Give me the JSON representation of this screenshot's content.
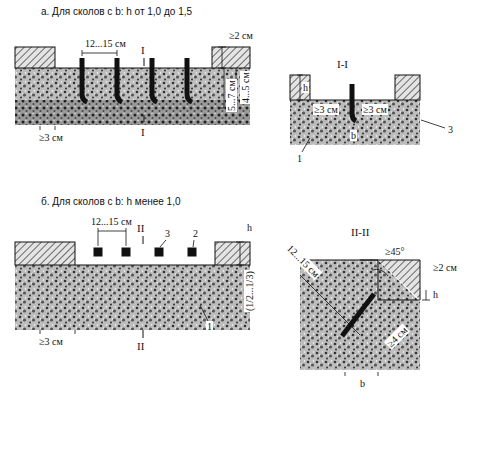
{
  "diagram": {
    "labels": [
      "а. Для сколов с b: h от 1,0 до 1,5",
      "12...15 см",
      "I",
      "≥2 см",
      "5...7 см",
      "4...5 см",
      "≥3 см",
      "I",
      "I-I",
      "h",
      "≥3 см",
      "≥3 см",
      "b",
      "3",
      "1",
      "б. Для сколов с b: h менее 1,0",
      "12...15 см",
      "II",
      "3",
      "2",
      "h",
      "(1/2...1/3)",
      "1",
      "≥3 см",
      "II",
      "II-II",
      "12...15 см",
      "≥45°",
      "≥2 см",
      "h",
      "b",
      "≥4 см"
    ]
  }
}
